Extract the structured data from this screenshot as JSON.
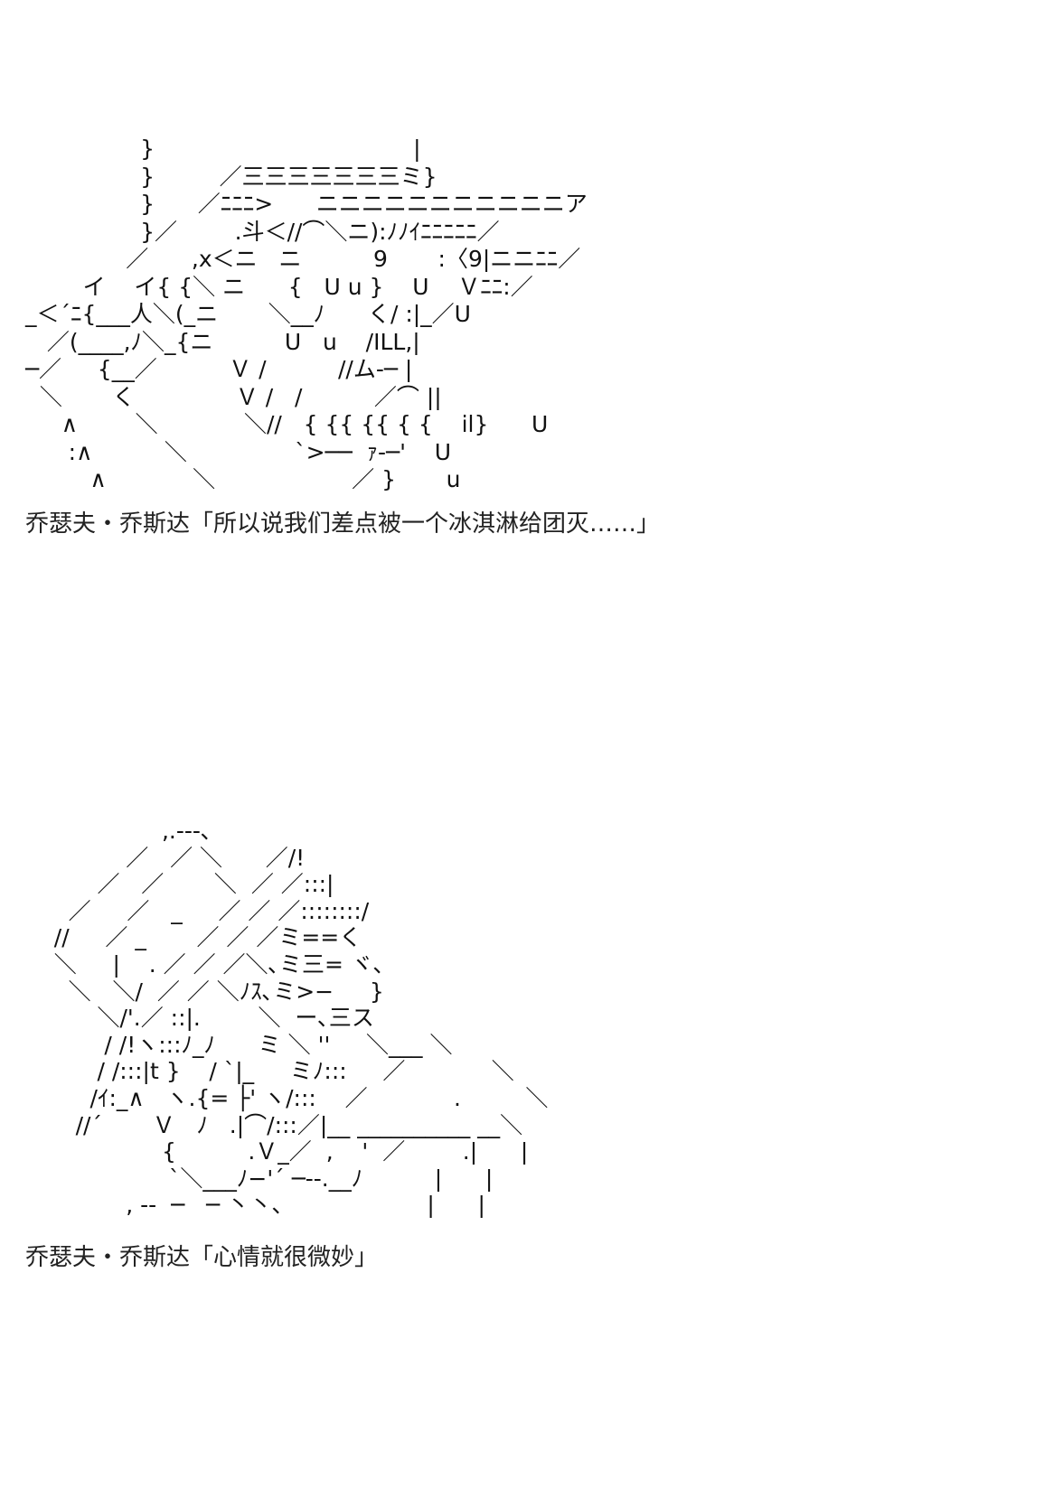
{
  "panels": [
    {
      "art": "                }                                    |\n                }         ／三三三三三三三ミ}\n                }      ／ﾆﾆﾆ>      ニニニニニニニニニニニア\n                }／        .斗＜//⌒＼ニ):ﾉﾉｲﾆﾆﾆﾆﾆ／\n              ／      ,x＜ニ   ニ          9       :〈9|ニニﾆﾆ／\n        イ    イ{ {＼ ニ      {   U u }    U    Ｖﾆﾆ:／\n_＜´ﾆ{___人＼(_ニ       ＼__ﾉ      く/ :|_／U\n   ／(____,ﾉ＼_{ニ          U   u    /ILL,|\n─／     {__／          Ｖ /          //ム-─ |\n  ＼       く              Ｖ /   /          ／⌒ ||\n     ∧        ＼            ＼//   { {{ {{ { {    il}      U\n      :∧          ＼               `>──  ｧ-─'    U\n         ∧            ＼                   ／ }       u",
      "speaker": "乔瑟夫・乔斯达",
      "line": "「所以说我们差点被一个冰淇淋给团灭……」"
    },
    {
      "art": "                   ,.-‐-､\n              ／   ／ ＼      ／/!\n          ／   ／       ＼  ／ ／:::|\n      ／     ／   _     ／ ／ ／::::::::/\n    //     ／ _       ／ ／ ／ミ==く\n    ＼     |    . ／ ／ ／＼､ミ三= ヾ､\n      ＼   ＼/  ／ ／ ＼ﾉｽ､ミ>−     }\n          ＼/'.／ ::|.        ＼  ー､三ス\n           / /!ヽ:::ﾉ_ﾉ      ミ ＼ ''     ＼___ ＼\n          / /:::|t }    / `|_     ミﾉ:::     ／            ＼\n         /ｲ:_∧   ヽ.{= ├' ヽ/:::    ／            .         ＼\n       //´       Ｖ   ﾉ   .|⌒/:::／|__ __________ __＼\n                   {          .Ｖ_／  ,    '  ／        .|      |\n                    `＼___ﾉ−'´ ─--.__ﾉ          |      |\n              , --  ─   ─ 丶丶､                    |      |",
      "speaker": "乔瑟夫・乔斯达",
      "line": "「心情就很微妙」"
    }
  ]
}
